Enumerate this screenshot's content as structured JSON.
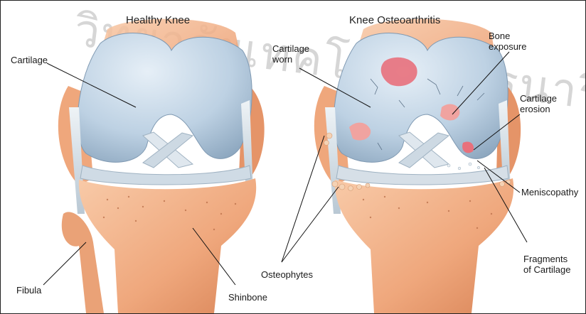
{
  "watermark": "วิทยาลัยเทคโนโลยีสุรนารี",
  "panels": {
    "left_title": "Healthy Knee",
    "right_title": "Knee Osteoarthritis"
  },
  "labels": {
    "cartilage": "Cartilage",
    "fibula": "Fibula",
    "shinbone": "Shinbone",
    "cartilage_worn": "Cartilage\nworn",
    "bone_exposure": "Bone\nexposure",
    "cartilage_erosion": "Cartilage\nerosion",
    "meniscopathy": "Meniscopathy",
    "osteophytes": "Osteophytes",
    "fragments_of_cartilage": "Fragments\nof Cartilage"
  },
  "colors": {
    "bone": "#f3b48c",
    "bone_dark": "#e08a5c",
    "cartilage": "#bcd2e4",
    "cartilage_dark": "#8fa9c2",
    "ligament": "#d9e3ea",
    "exposure": "#e86f7a",
    "leader": "#111111"
  }
}
